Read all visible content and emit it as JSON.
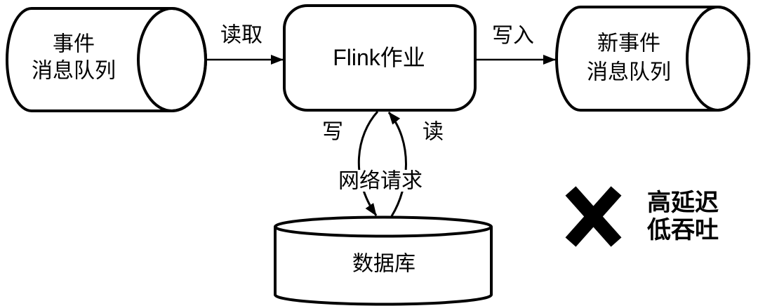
{
  "canvas": {
    "background": "#ffffff",
    "ink": "#000000"
  },
  "nodes": {
    "event_queue": {
      "type": "message-queue-cylinder",
      "lines": [
        "事件",
        "消息队列"
      ]
    },
    "flink_job": {
      "type": "rounded-process",
      "label": "Flink作业"
    },
    "new_event_queue": {
      "type": "message-queue-cylinder",
      "lines": [
        "新事件",
        "消息队列"
      ]
    },
    "database": {
      "type": "database-cylinder",
      "label": "数据库"
    }
  },
  "edges": {
    "read_queue": {
      "label": "读取",
      "from": "event_queue",
      "to": "flink_job",
      "style": "straight"
    },
    "write_queue": {
      "label": "写入",
      "from": "flink_job",
      "to": "new_event_queue",
      "style": "straight"
    },
    "write_db": {
      "label": "写",
      "from": "flink_job",
      "to": "database",
      "style": "curved"
    },
    "read_db": {
      "label": "读",
      "from": "database",
      "to": "flink_job",
      "style": "curved"
    },
    "network_request": {
      "label": "网络请求"
    }
  },
  "annotation": {
    "symbol": "x-mark",
    "lines": [
      "高延迟",
      "低吞吐"
    ]
  }
}
